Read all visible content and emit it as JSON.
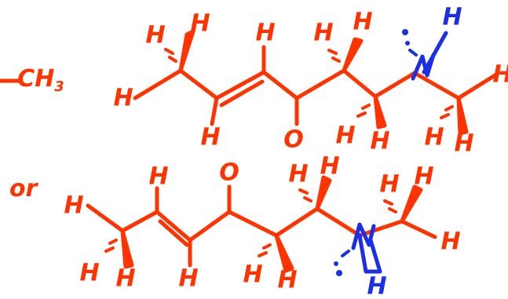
{
  "fragment": {
    "ch": "CH",
    "sub": "3"
  },
  "connector": "or",
  "atoms": {
    "hydrogen": "H",
    "oxygen": "O",
    "nitrogen": "N"
  },
  "colors": {
    "ink_red": "#ff3300",
    "ink_blue": "#1a2fe6",
    "background": "#ffffff"
  }
}
